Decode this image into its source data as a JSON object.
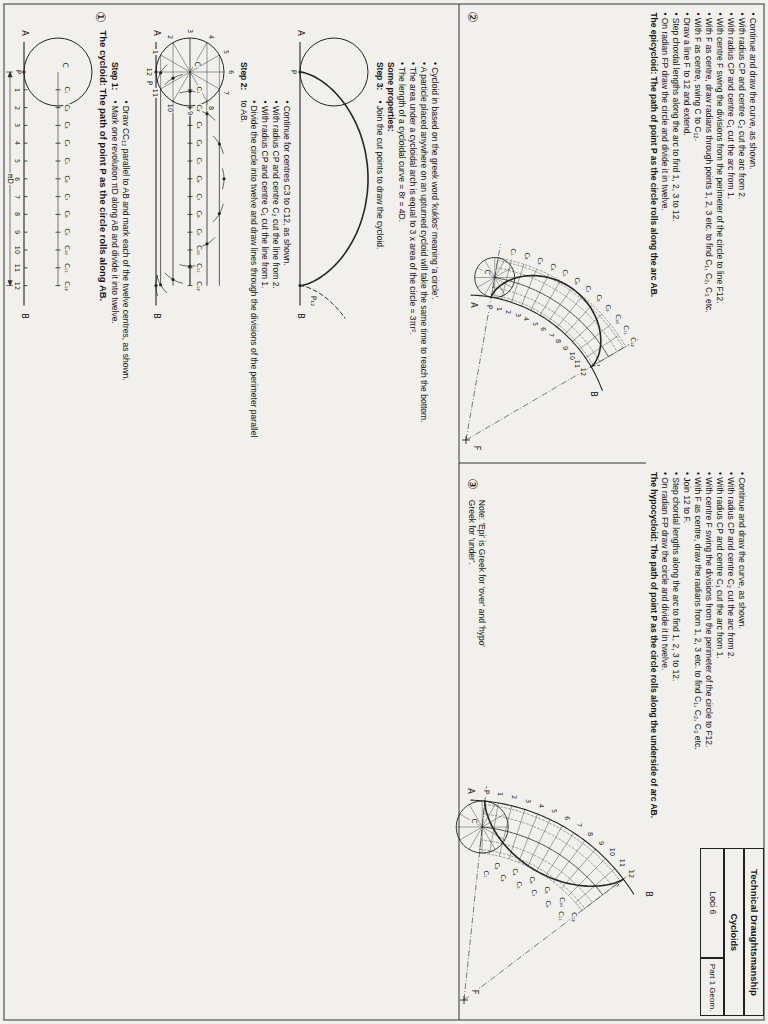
{
  "diagram": {
    "nodes": [
      {
        "text": [
          "Technical Draughtsmanship"
        ]
      },
      {
        "text": [
          "Cycloids"
        ]
      },
      {
        "text": [
          "Loci 6"
        ]
      },
      {
        "text": [
          "Part 1 Geom."
        ]
      }
    ],
    "labels": [
      "①",
      "The cycloid: The path of point P as the circle rolls along AB.",
      "A",
      "B",
      "P",
      "C",
      "C₁",
      "C₂",
      "C₃",
      "C₄",
      "C₅",
      "C₆",
      "C₇",
      "C₈",
      "C₉",
      "C₁₀",
      "C₁₁",
      "C₁₂",
      "1",
      "2",
      "3",
      "4",
      "5",
      "6",
      "7",
      "8",
      "9",
      "10",
      "11",
      "12",
      "πD",
      "Step 1:",
      "• Mark one revolution πD along AB and divide it into twelve.",
      "• Draw CC₁₂ parallel to AB and mark each of the twelve centres, as shown.",
      "A",
      "B",
      "P",
      "C",
      "C₁",
      "C₂",
      "C₃",
      "C₄",
      "C₅",
      "C₆",
      "C₇",
      "C₈",
      "C₉",
      "C₁₀",
      "C₁₁",
      "C₁₂",
      "1",
      "2",
      "3",
      "4",
      "5",
      "6",
      "7",
      "8",
      "9",
      "10",
      "11",
      "12",
      "Step 2:",
      "• Divide the circle into twelve and draw lines through the divisions of the perimeter parallel to AB.",
      "• With radius CP and centre C₁ cut the line from 1.",
      "• With radius CP and centre C₂ cut the line from 2.",
      "• Continue for centres C3 to C12, as shown.",
      "A",
      "B",
      "P",
      "P₁₂",
      "Step 3:",
      "• Join the cut points to draw the cycloid.",
      "Some properties:",
      "• The length of a cycloidal curve = 8r = 4D.",
      "• The area under a cycloidal arch is equal to 3 x area of the circle = 3πr².",
      "• A particle placed anywhere on an upturned cycloid will take the same time to reach the bottom.",
      "• Cycloid in based on the greek word 'kuklos' meaning 'a circle'.",
      "②",
      "A",
      "B",
      "P",
      "C",
      "F",
      "C₁",
      "C₂",
      "C₃",
      "C₄",
      "C₅",
      "C₆",
      "C₇",
      "C₈",
      "C₉",
      "C₁₀",
      "C₁₁",
      "C₁₂",
      "1",
      "2",
      "3",
      "4",
      "5",
      "6",
      "7",
      "8",
      "9",
      "10",
      "11",
      "12",
      "The epicycloid: The path of point P as the circle rolls along the arc AB.",
      "• On radian FP draw the circle and divide it in twelve.",
      "• Step chordal lengths along the arc to find 1, 2, 3 to 12.",
      "• Draw a line F to 12 and extend.",
      "• With F as centre, swing C to C₁₂.",
      "• With F as centre, draw radians through points 1, 2, 3 etc. to find C₁, C₂, C₃ etc.",
      "• With centre F swing the divisions from the perimeter of the circle to line F12.",
      "• With radius CP and centre C₁ cut the arc from 1.",
      "• With radius CP and centre C₂ cut the arc from 2.",
      "• Continue and draw the curve, as shown.",
      "③",
      "Note: 'Epi' is Greek for 'over' and 'hypo' Greek for 'under'.",
      "A",
      "B",
      "P",
      "C",
      "F",
      "C₁",
      "C₂",
      "C₃",
      "C₄",
      "C₅",
      "C₆",
      "C₇",
      "C₈",
      "C₉",
      "C₁₀",
      "C₁₁",
      "C₁₂",
      "1",
      "2",
      "3",
      "4",
      "5",
      "6",
      "7",
      "8",
      "9",
      "10",
      "11",
      "12",
      "The hypocycloid: The path of point P as the circle rolls along the underside of arc AB.",
      "• On radian FP draw the circle and divide it in twelve.",
      "• Step chordal lengths along the arc to find 1, 2, 3 to 12.",
      "• Join 12 to F.",
      "• With F as centre, draw the radians from 1, 2, 3 etc. to find C₁, C₂, C₃ etc.",
      "• With centre F swing the divisions from the perimeter of the circle to F12.",
      "• With radius CP and centre C₁ cut the arc from 1.",
      "• With radius CP and centre C₂ cut the arc from 2.",
      "• Continue and draw the curve, as shown."
    ]
  }
}
